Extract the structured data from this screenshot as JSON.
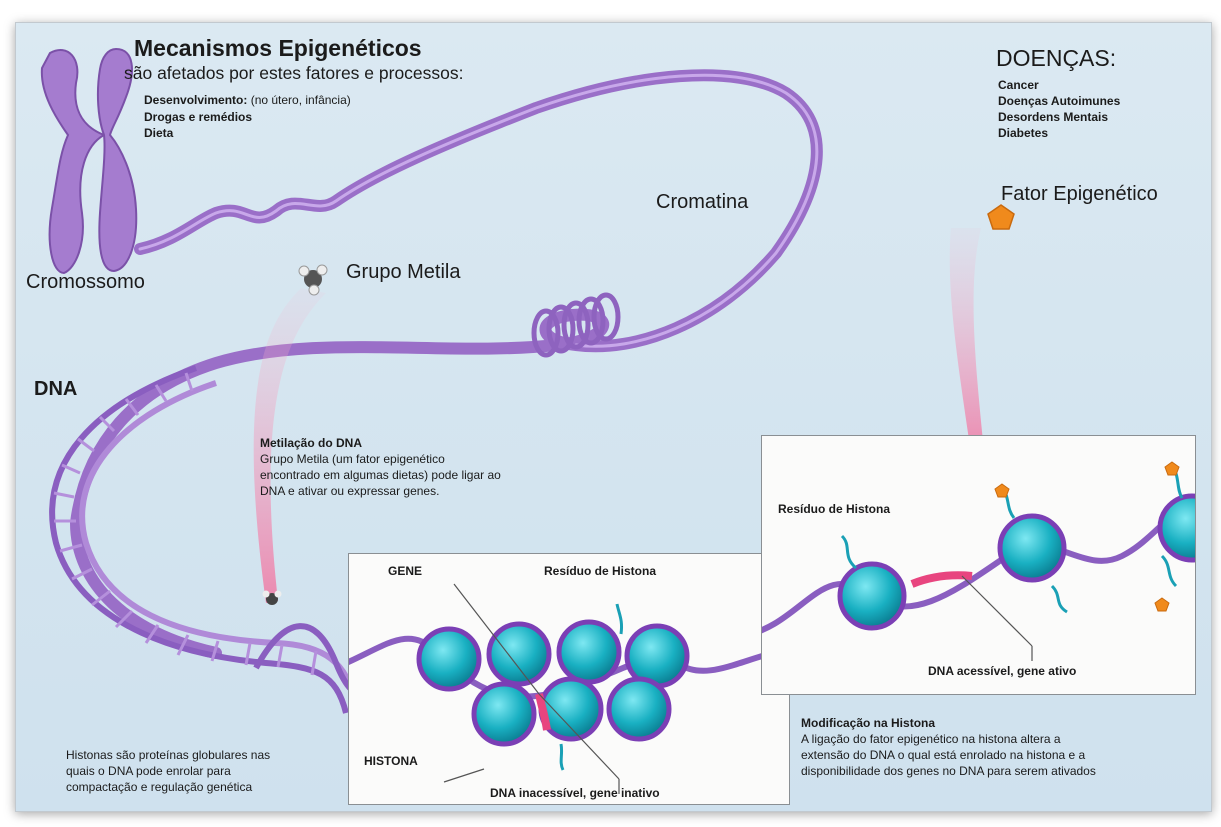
{
  "title": {
    "main": "Mecanismos Epigenéticos",
    "subtitle": "são afetados por estes fatores e processos:",
    "factors": [
      {
        "label": "Desenvolvimento:",
        "note": " (no útero, infância)"
      },
      {
        "label": "Drogas e remédios",
        "note": ""
      },
      {
        "label": "Dieta",
        "note": ""
      }
    ]
  },
  "diseases": {
    "heading": "DOENÇAS:",
    "items": [
      "Cancer",
      "Doenças Autoimunes",
      "Desordens Mentais",
      "Diabetes"
    ]
  },
  "labels": {
    "chromosome": "Cromossomo",
    "chromatin": "Cromatina",
    "methyl_group": "Grupo Metila",
    "epigenetic_factor": "Fator Epigenético",
    "dna": "DNA",
    "gene": "GENE",
    "histone_residue_left": "Resíduo de Histona",
    "histone_residue_right": "Resíduo de Histona",
    "histone": "HISTONA",
    "dna_inaccessible": "DNA inacessível, gene inativo",
    "dna_accessible": "DNA acessível, gene ativo"
  },
  "methylation": {
    "heading": "Metilação do DNA",
    "lines": [
      "Grupo Metila (um fator epigenético",
      "encontrado em algumas dietas) pode ligar ao",
      "DNA e ativar ou expressar genes."
    ]
  },
  "histones_note": {
    "lines": [
      "Histonas são proteínas globulares nas",
      "quais o DNA pode enrolar para",
      "compactação e regulação genética"
    ]
  },
  "histone_modification": {
    "heading": "Modificação na Histona",
    "lines": [
      "A ligação do fator epigenético na histona altera a",
      "extensão do DNA o qual está enrolado na histona e a",
      "disponibilidade dos genes no DNA para serem ativados"
    ]
  },
  "colors": {
    "chromatin": "#9a6fc8",
    "histone": "#1bb3c4",
    "epigenetic_factor": "#f08a1c",
    "gene_highlight": "#e8457f"
  }
}
